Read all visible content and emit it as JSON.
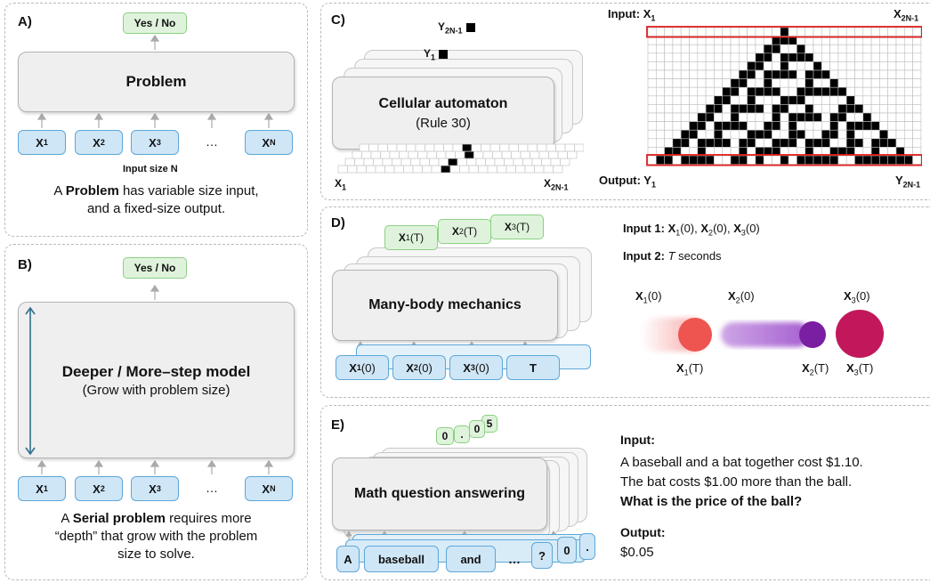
{
  "panelA": {
    "label": "A)",
    "output": "Yes / No",
    "box": "Problem",
    "tokens": [
      "X",
      "X",
      "X",
      "X"
    ],
    "token_subs": [
      "1",
      "2",
      "3",
      "N"
    ],
    "ellipsis": "…",
    "input_size": "Input size N",
    "caption_pre": "A ",
    "caption_bold": "Problem",
    "caption_post": " has variable size input,",
    "caption_line2": "and a fixed-size output."
  },
  "panelB": {
    "label": "B)",
    "output": "Yes / No",
    "box_title": "Deeper / More–step model",
    "box_sub": "(Grow with problem size)",
    "tokens": [
      "X",
      "X",
      "X",
      "X"
    ],
    "token_subs": [
      "1",
      "2",
      "3",
      "N"
    ],
    "ellipsis": "…",
    "caption_pre": "A ",
    "caption_bold": "Serial problem",
    "caption_post": " requires more",
    "caption_line2": "“depth” that grow with the problem",
    "caption_line3": "size to solve."
  },
  "panelC": {
    "label": "C)",
    "box_title": "Cellular automaton",
    "box_sub": "(Rule 30)",
    "y1": "Y",
    "y1_sub": "1",
    "y2": "Y",
    "y2_sub": "2N-1",
    "x1": "X",
    "x1_sub": "1",
    "x2": "X",
    "x2_sub": "2N-1",
    "grid_input_label": "Input: X",
    "grid_input_sub": "1",
    "grid_input_right": "X",
    "grid_input_right_sub": "2N-1",
    "grid_output_label": "Output: Y",
    "grid_output_sub": "1",
    "grid_output_right": "Y",
    "grid_output_right_sub": "2N-1",
    "rule": 30,
    "grid_cols": 33,
    "grid_rows": 16,
    "colors": {
      "highlight": "#e02020",
      "cell_on": "#000000",
      "grid_line": "#bdbdbd"
    }
  },
  "panelD": {
    "label": "D)",
    "box_title": "Many-body mechanics",
    "outputs": [
      {
        "base": "X",
        "sub": "1",
        "suffix": "(T)"
      },
      {
        "base": "X",
        "sub": "2",
        "suffix": "(T)"
      },
      {
        "base": "X",
        "sub": "3",
        "suffix": "(T)"
      }
    ],
    "inputs": [
      {
        "base": "X",
        "sub": "1",
        "suffix": "(0)"
      },
      {
        "base": "X",
        "sub": "2",
        "suffix": "(0)"
      },
      {
        "base": "X",
        "sub": "3",
        "suffix": "(0)"
      },
      {
        "base": "T",
        "sub": "",
        "suffix": ""
      }
    ],
    "input1_label": "Input 1:",
    "input1_parts": [
      {
        "base": "X",
        "sub": "1",
        "suffix": "(0), "
      },
      {
        "base": "X",
        "sub": "2",
        "suffix": "(0), "
      },
      {
        "base": "X",
        "sub": "3",
        "suffix": "(0)"
      }
    ],
    "input2_label": "Input 2:",
    "input2_var": "T",
    "input2_post": " seconds",
    "balls_top": [
      {
        "base": "X",
        "sub": "1",
        "suffix": "(0)"
      },
      {
        "base": "X",
        "sub": "2",
        "suffix": "(0)"
      },
      {
        "base": "X",
        "sub": "3",
        "suffix": "(0)"
      }
    ],
    "balls_bottom": [
      {
        "base": "X",
        "sub": "1",
        "suffix": "(T)"
      },
      {
        "base": "X",
        "sub": "2",
        "suffix": "(T)"
      },
      {
        "base": "X",
        "sub": "3",
        "suffix": "(T)"
      }
    ],
    "colors": {
      "ball1": "#ee5450",
      "ball2": "#7a1fa2",
      "ball3": "#c2185b"
    }
  },
  "panelE": {
    "label": "E)",
    "box_title": "Math question answering",
    "outputs": [
      "0",
      ".",
      "0",
      "5"
    ],
    "inputs": [
      "A",
      "baseball",
      "and",
      "?",
      "0",
      "."
    ],
    "ellipsis": "…",
    "input_label": "Input:",
    "question_line1": "A baseball and a bat together cost $1.10.",
    "question_line2": "The bat costs $1.00 more than the ball.",
    "question_line3": "What is the price of the ball?",
    "output_label": "Output:",
    "answer": "$0.05"
  }
}
